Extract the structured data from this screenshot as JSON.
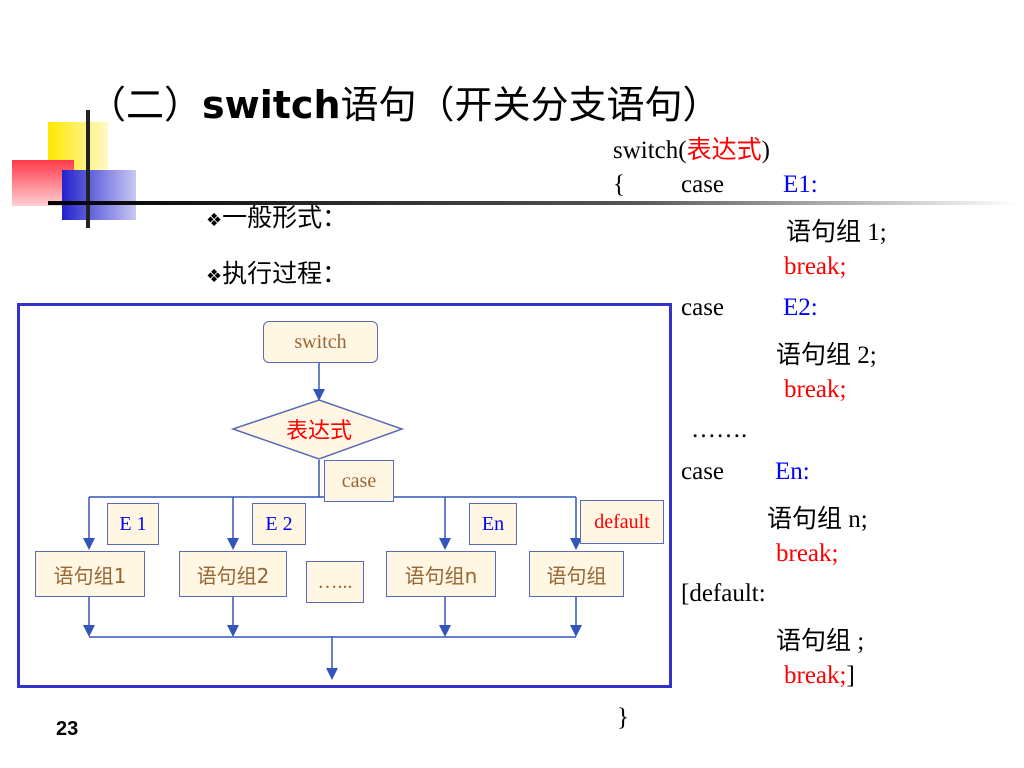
{
  "slide": {
    "title_prefix": "（二）",
    "title_bold": "switch",
    "title_suffix": "语句（开关分支语句）",
    "page_number": "23"
  },
  "bullets": [
    {
      "marker": "❖",
      "text": "一般形式："
    },
    {
      "marker": "❖",
      "text": "执行过程："
    }
  ],
  "code": {
    "switch_kw": "switch(",
    "switch_expr": "表达式",
    "switch_close": ")",
    "brace_open": "{",
    "case_kw": "case",
    "case1_label": "E1:",
    "group1": "语句组 1;",
    "break": "break;",
    "case2_label": "E2:",
    "group2": "语句组 2;",
    "ellipsis": "…….",
    "casen_label": "En:",
    "groupn": "语句组 n;",
    "default_kw": "[default:",
    "group_default": "语句组 ;",
    "break_last": "break;",
    "break_last_close": "]",
    "brace_close": "}"
  },
  "flowchart": {
    "switch_node": "switch",
    "expr_node": "表达式",
    "case_label": "case",
    "branch_labels": [
      "E 1",
      "E 2",
      "En",
      "default"
    ],
    "group_nodes": [
      "语句组1",
      "语句组2",
      "语句组n",
      "语句组"
    ],
    "dots_node": "…...",
    "colors": {
      "frame": "#3333cc",
      "line": "#3355bb",
      "node_fill": "#fff7e3",
      "node_text": "#996633",
      "red": "#ff0000",
      "blue": "#0000ff"
    }
  }
}
